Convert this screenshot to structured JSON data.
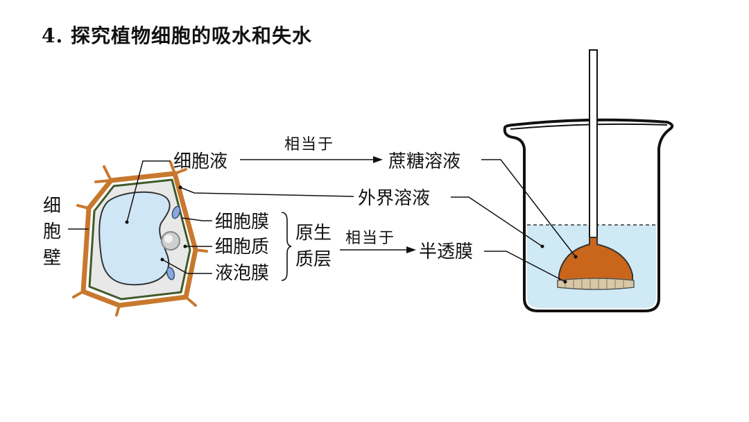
{
  "title": "4. 探究植物细胞的吸水和失水",
  "labels": {
    "cell_wall_1": "细",
    "cell_wall_2": "胞",
    "cell_wall_3": "壁",
    "cell_sap": "细胞液",
    "equivalent_to_1": "相当于",
    "sucrose_solution": "蔗糖溶液",
    "external_solution": "外界溶液",
    "cell_membrane": "细胞膜",
    "cytoplasm": "细胞质",
    "vacuole_membrane": "液泡膜",
    "protoplast_1": "原生",
    "protoplast_2": "质层",
    "equivalent_to_2": "相当于",
    "semipermeable_membrane": "半透膜"
  },
  "colors": {
    "cell_wall": "#c8782e",
    "cell_membrane": "#3f5a2a",
    "cytoplasm": "#e8e8e8",
    "vacuole": "#cfe6f7",
    "solution": "#cfe9f5",
    "funnel": "#c9661c",
    "membrane_band": "#d8c8a8"
  }
}
